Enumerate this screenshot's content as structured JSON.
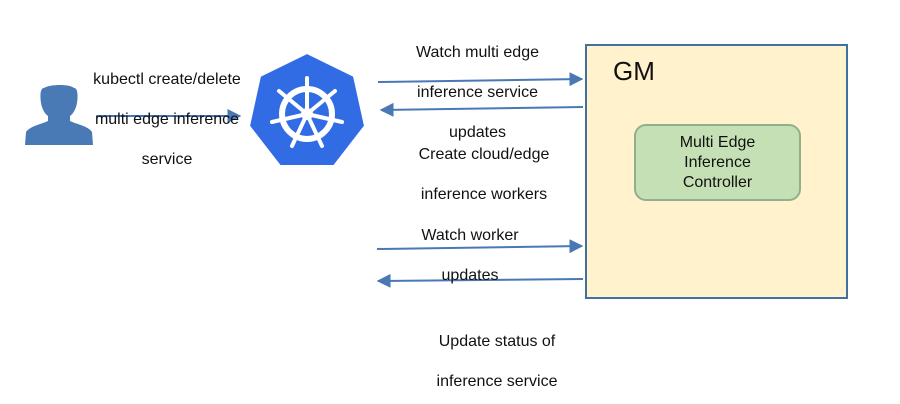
{
  "user": {
    "icon": "user-icon"
  },
  "kubernetes": {
    "icon": "kubernetes-helm-wheel-icon",
    "color": "#326ce5"
  },
  "labels": {
    "kubectl": [
      "kubectl create/delete",
      "multi edge inference",
      "service"
    ],
    "watch_multi": [
      "Watch multi edge",
      "inference service",
      "updates"
    ],
    "create_workers": [
      "Create cloud/edge",
      "inference workers"
    ],
    "watch_worker": [
      "Watch worker",
      "updates"
    ],
    "update_status": [
      "Update status of",
      "inference service"
    ]
  },
  "gm": {
    "title": "GM",
    "fill": "#fff2cc",
    "border": "#41719c",
    "controller": [
      "Multi Edge",
      "Inference",
      "Controller"
    ],
    "controller_fill": "#c5e0b4"
  },
  "arrow_color": "#4a78b5"
}
